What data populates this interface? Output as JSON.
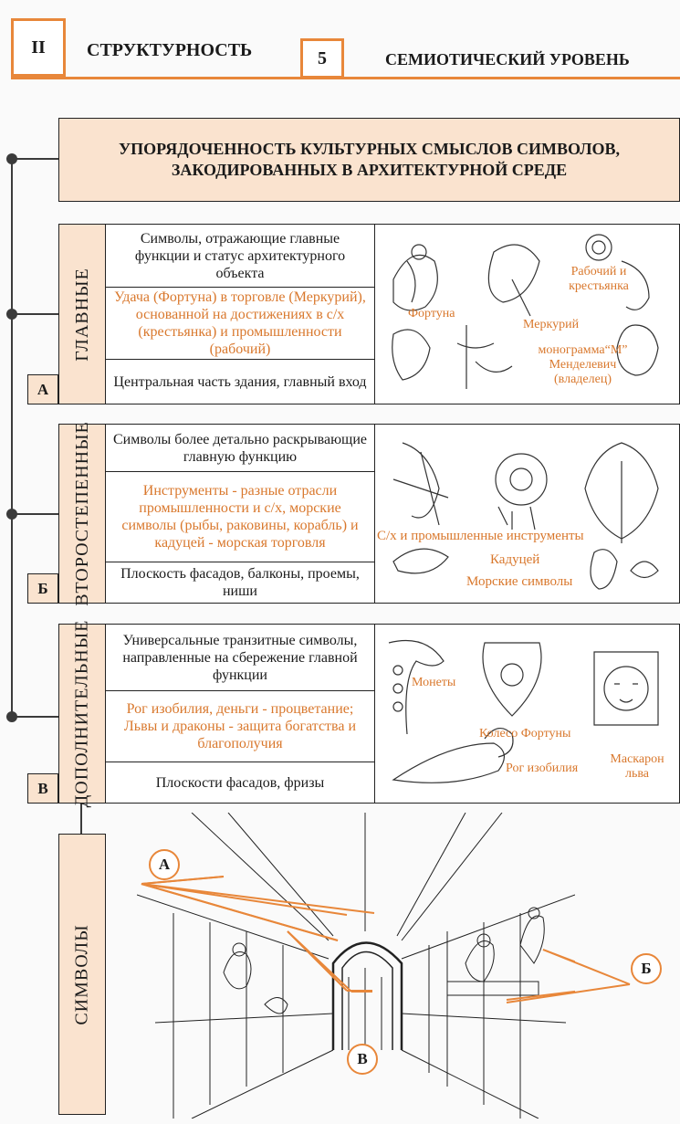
{
  "header": {
    "section_num": "II",
    "section_title": "СТРУКТУРНОСТЬ",
    "level_num": "5",
    "level_title": "СЕМИОТИЧЕСКИЙ УРОВЕНЬ"
  },
  "main_title": "УПОРЯДОЧЕННОСТЬ КУЛЬТУРНЫХ СМЫСЛОВ СИМВОЛОВ, ЗАКОДИРОВАННЫХ В АРХИТЕКТУРНОЙ СРЕДЕ",
  "groups": [
    {
      "label": "ГЛАВНЫЕ",
      "letter": "А",
      "row1": "Символы, отражающие главные функции и статус архитектурного объекта",
      "row2": "Удача (Фортуна) в торговле (Меркурий), основанной на достижениях в с/х (крестьянка) и промышленности (рабочий)",
      "row3": "Центральная часть здания, главный вход",
      "image_labels": [
        "Рабочий и крестьянка",
        "Фортуна",
        "Меркурий",
        "монограмма“М” Менделевич (владелец)"
      ]
    },
    {
      "label": "ВТОРОСТЕПЕННЫЕ",
      "letter": "Б",
      "row1": "Символы более детально раскрывающие главную функцию",
      "row2": "Инструменты - разные отрасли промышленности и с/х, морские символы (рыбы, раковины, корабль) и кадуцей - морская торговля",
      "row3": "Плоскость фасадов, балконы, проемы, ниши",
      "image_labels": [
        "С/х и промышленные инструменты",
        "Кадуцей",
        "Морские символы"
      ]
    },
    {
      "label": "ДОПОЛНИТЕЛЬНЫЕ",
      "letter": "В",
      "row1": "Универсальные транзитные символы, направленные на сбережение главной функции",
      "row2": "Рог изобилия, деньги - процветание; Львы и драконы - защита богатства и благополучия",
      "row3": "Плоскости фасадов, фризы",
      "image_labels": [
        "Монеты",
        "Колесо Фортуны",
        "Рог изобилия",
        "Маскарон льва"
      ]
    }
  ],
  "symbols_label": "СИМВОЛЫ",
  "sketch_markers": [
    "А",
    "Б",
    "В"
  ],
  "colors": {
    "accent": "#e8873a",
    "panel": "#fae3cf",
    "line": "#222222"
  }
}
